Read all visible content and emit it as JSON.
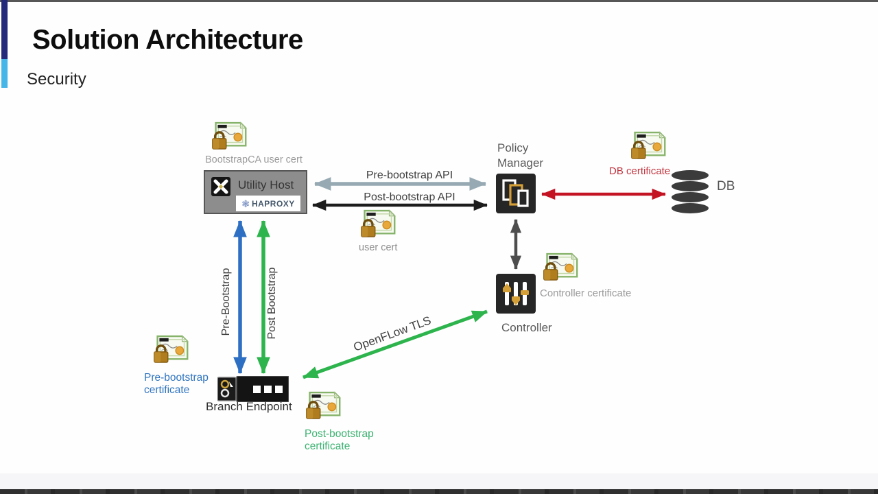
{
  "slide": {
    "title": "Solution Architecture",
    "subtitle": "Security"
  },
  "nodes": {
    "utility_host": {
      "label": "Utility Host",
      "haproxy": "HAPROXY"
    },
    "policy_manager": {
      "label_line1": "Policy",
      "label_line2": "Manager"
    },
    "controller": {
      "label": "Controller"
    },
    "db": {
      "label": "DB"
    },
    "branch_endpoint": {
      "label": "Branch Endpoint"
    }
  },
  "certificates": {
    "bootstrapca": {
      "label": "BootstrapCA user cert",
      "color": "#9b9b9b"
    },
    "user": {
      "label": "user cert",
      "color": "#8f8f8f"
    },
    "db": {
      "label": "DB certificate",
      "color": "#c23540"
    },
    "controller": {
      "label": "Controller certificate",
      "color": "#9b9b9b"
    },
    "pre_bootstrap": {
      "label_line1": "Pre-bootstrap",
      "label_line2": "certificate",
      "color": "#2f74c0"
    },
    "post_bootstrap": {
      "label_line1": "Post-bootstrap",
      "label_line2": "certificate",
      "color": "#3bb271"
    }
  },
  "edges": {
    "pre_bootstrap_api": {
      "label": "Pre-bootstrap API",
      "color": "#97aab3"
    },
    "post_bootstrap_api": {
      "label": "Post-bootstrap API",
      "color": "#1c1c1c"
    },
    "pre_bootstrap": {
      "label": "Pre-Bootstrap",
      "color": "#2d6fc2"
    },
    "post_bootstrap": {
      "label": "Post Bootstrap",
      "color": "#2db44d"
    },
    "openflow_tls": {
      "label": "OpenFLow TLS",
      "color": "#2db44d"
    },
    "policy_manager_db": {
      "color": "#c41424"
    },
    "policy_manager_controller": {
      "color": "#4d4d4d"
    }
  }
}
